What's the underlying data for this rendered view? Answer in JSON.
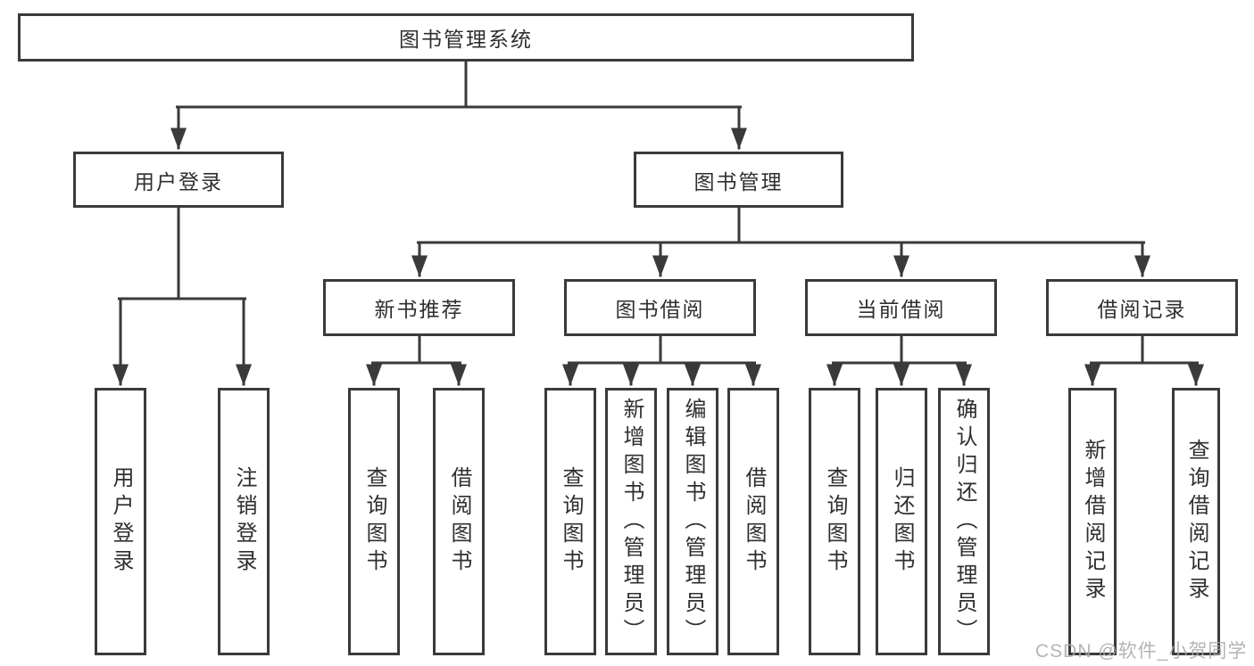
{
  "watermark": "CSDN @软件_小贺同学",
  "colors": {
    "line": "#3a3a3a",
    "text": "#2f2f2f",
    "watermark": "#aaaaaa",
    "background": "#ffffff"
  },
  "tree": {
    "root": {
      "label": "图书管理系统"
    },
    "level2": [
      {
        "label": "用户登录",
        "children": [
          {
            "label": "用户登录"
          },
          {
            "label": "注销登录"
          }
        ]
      },
      {
        "label": "图书管理",
        "children": [
          {
            "label": "新书推荐",
            "children": [
              {
                "label": "查询图书"
              },
              {
                "label": "借阅图书"
              }
            ]
          },
          {
            "label": "图书借阅",
            "children": [
              {
                "label": "查询图书"
              },
              {
                "label": "新增图书（管理员）"
              },
              {
                "label": "编辑图书（管理员）"
              },
              {
                "label": "借阅图书"
              }
            ]
          },
          {
            "label": "当前借阅",
            "children": [
              {
                "label": "查询图书"
              },
              {
                "label": "归还图书"
              },
              {
                "label": "确认归还（管理员）"
              }
            ]
          },
          {
            "label": "借阅记录",
            "children": [
              {
                "label": "新增借阅记录"
              },
              {
                "label": "查询借阅记录"
              }
            ]
          }
        ]
      }
    ]
  }
}
